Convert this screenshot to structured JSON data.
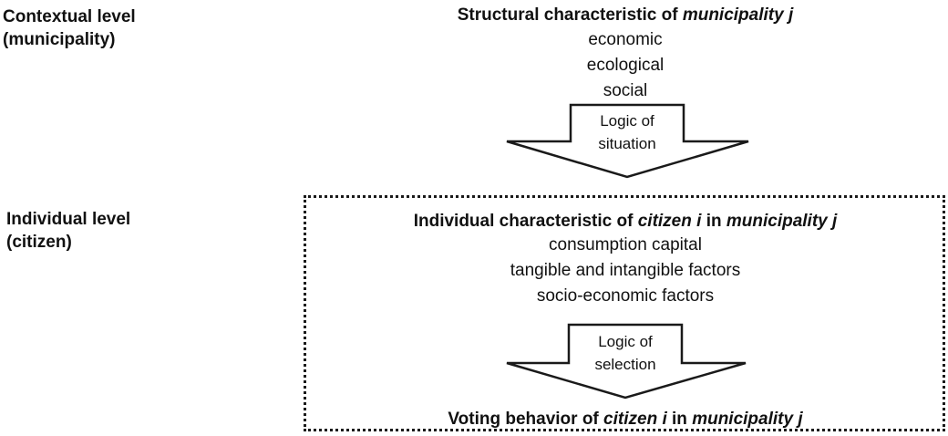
{
  "levels": {
    "context": {
      "line1": "Contextual level",
      "line2": "(municipality)"
    },
    "individual": {
      "line1": "Individual level",
      "line2": "(citizen)"
    }
  },
  "structural": {
    "heading_prefix": "Structural characteristic of ",
    "heading_italic": "municipality j",
    "items": [
      "economic",
      "ecological",
      "social"
    ]
  },
  "arrow_situation": {
    "line1": "Logic of",
    "line2": "situation"
  },
  "individual": {
    "heading_prefix": "Individual characteristic of ",
    "heading_italic1": "citizen i",
    "heading_mid": " in ",
    "heading_italic2": "municipality j",
    "items": [
      "consumption capital",
      "tangible and intangible factors",
      "socio-economic factors"
    ]
  },
  "arrow_selection": {
    "line1": "Logic of",
    "line2": "selection"
  },
  "voting": {
    "prefix": "Voting behavior of ",
    "italic1": "citizen i",
    "mid": " in ",
    "italic2": "municipality j"
  }
}
